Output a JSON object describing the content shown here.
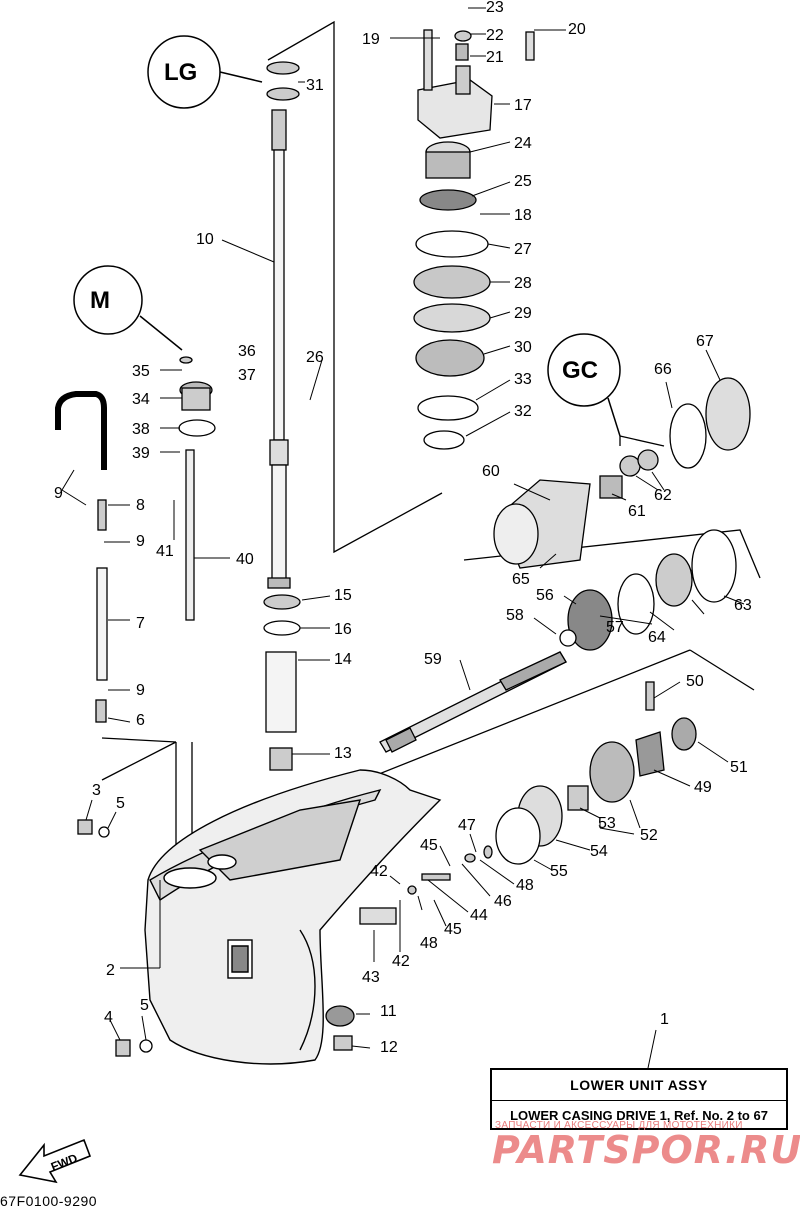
{
  "title_box": {
    "title": "LOWER  UNIT ASSY",
    "subtitle": "LOWER CASING DRIVE 1, Ref. No. 2 to 67"
  },
  "watermark": {
    "small_text": "ЗАПЧАСТИ И АКСЕССУАРЫ ДЛЯ МОТОТЕХНИКИ",
    "big_text": "PARTSPOR.RU"
  },
  "part_number": "67F0100-9290",
  "fwd_label": "FWD",
  "lubricant_symbols": [
    "LG",
    "M",
    "GC"
  ],
  "callouts": [
    "1",
    "2",
    "3",
    "4",
    "5",
    "5",
    "6",
    "7",
    "8",
    "9",
    "9",
    "9",
    "10",
    "11",
    "12",
    "13",
    "14",
    "15",
    "16",
    "17",
    "18",
    "19",
    "20",
    "21",
    "22",
    "23",
    "24",
    "25",
    "26",
    "27",
    "28",
    "29",
    "30",
    "31",
    "32",
    "33",
    "34",
    "35",
    "36",
    "37",
    "38",
    "39",
    "40",
    "41",
    "42",
    "42",
    "43",
    "44",
    "45",
    "45",
    "46",
    "47",
    "48",
    "48",
    "49",
    "50",
    "51",
    "52",
    "53",
    "54",
    "55",
    "56",
    "57",
    "58",
    "59",
    "60",
    "61",
    "62",
    "63",
    "64",
    "65",
    "66",
    "67"
  ]
}
